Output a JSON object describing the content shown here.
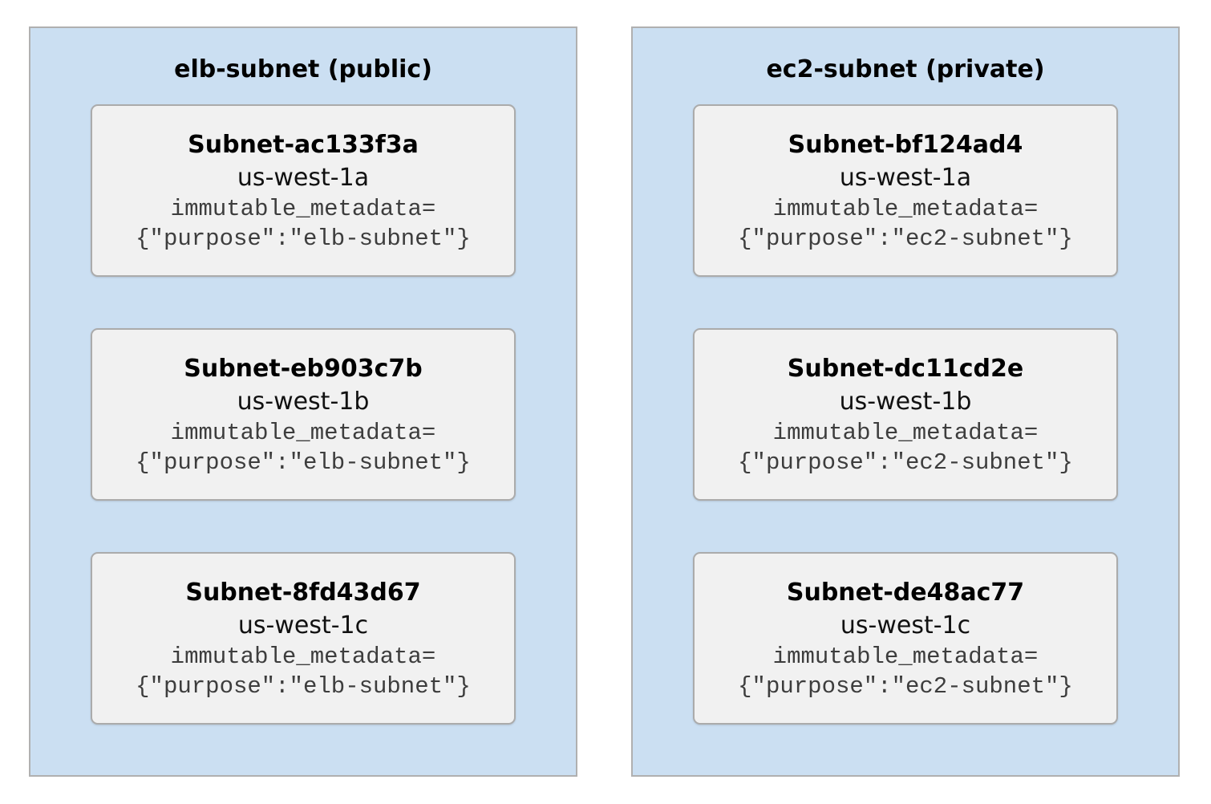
{
  "colors": {
    "panel_background": "#cbdff2",
    "panel_border": "#b0b0b0",
    "card_background": "#f1f1f1",
    "card_border": "#ababab",
    "title_text": "#000000",
    "mono_text": "#3d3d3d"
  },
  "groups": [
    {
      "title": "elb-subnet (public)",
      "subnets": [
        {
          "name": "Subnet-ac133f3a",
          "zone": "us-west-1a",
          "meta_line1": "immutable_metadata=",
          "meta_line2": "{\"purpose\":\"elb-subnet\"}"
        },
        {
          "name": "Subnet-eb903c7b",
          "zone": "us-west-1b",
          "meta_line1": "immutable_metadata=",
          "meta_line2": "{\"purpose\":\"elb-subnet\"}"
        },
        {
          "name": "Subnet-8fd43d67",
          "zone": "us-west-1c",
          "meta_line1": "immutable_metadata=",
          "meta_line2": "{\"purpose\":\"elb-subnet\"}"
        }
      ]
    },
    {
      "title": "ec2-subnet (private)",
      "subnets": [
        {
          "name": "Subnet-bf124ad4",
          "zone": "us-west-1a",
          "meta_line1": "immutable_metadata=",
          "meta_line2": "{\"purpose\":\"ec2-subnet\"}"
        },
        {
          "name": "Subnet-dc11cd2e",
          "zone": "us-west-1b",
          "meta_line1": "immutable_metadata=",
          "meta_line2": "{\"purpose\":\"ec2-subnet\"}"
        },
        {
          "name": "Subnet-de48ac77",
          "zone": "us-west-1c",
          "meta_line1": "immutable_metadata=",
          "meta_line2": "{\"purpose\":\"ec2-subnet\"}"
        }
      ]
    }
  ]
}
